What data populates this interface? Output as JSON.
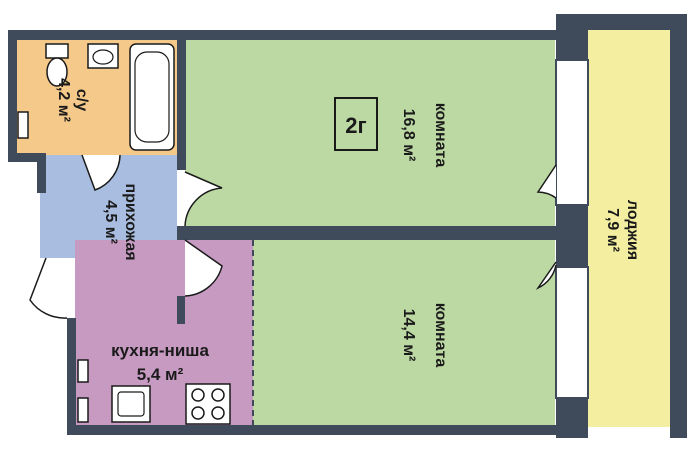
{
  "colors": {
    "wall": "#3f4b5a",
    "bathroom": "#f5c98a",
    "hallway": "#a9bde0",
    "kitchen": "#c79ac2",
    "rooms": "#bcd9a3",
    "loggia": "#f3eea0",
    "fixture": "#ffffff"
  },
  "rooms": {
    "bathroom": {
      "name": "с/у",
      "area": "4,2 м²"
    },
    "hallway": {
      "name": "прихожая",
      "area": "4,5 м²"
    },
    "kitchen": {
      "name": "кухня-ниша",
      "area": "5,4 м²"
    },
    "room_top": {
      "name": "комната",
      "area": "16,8 м²"
    },
    "room_bottom": {
      "name": "комната",
      "area": "14,4 м²"
    },
    "loggia": {
      "name": "лоджия",
      "area": "7,9 м²"
    }
  },
  "apartment_type": "2г"
}
